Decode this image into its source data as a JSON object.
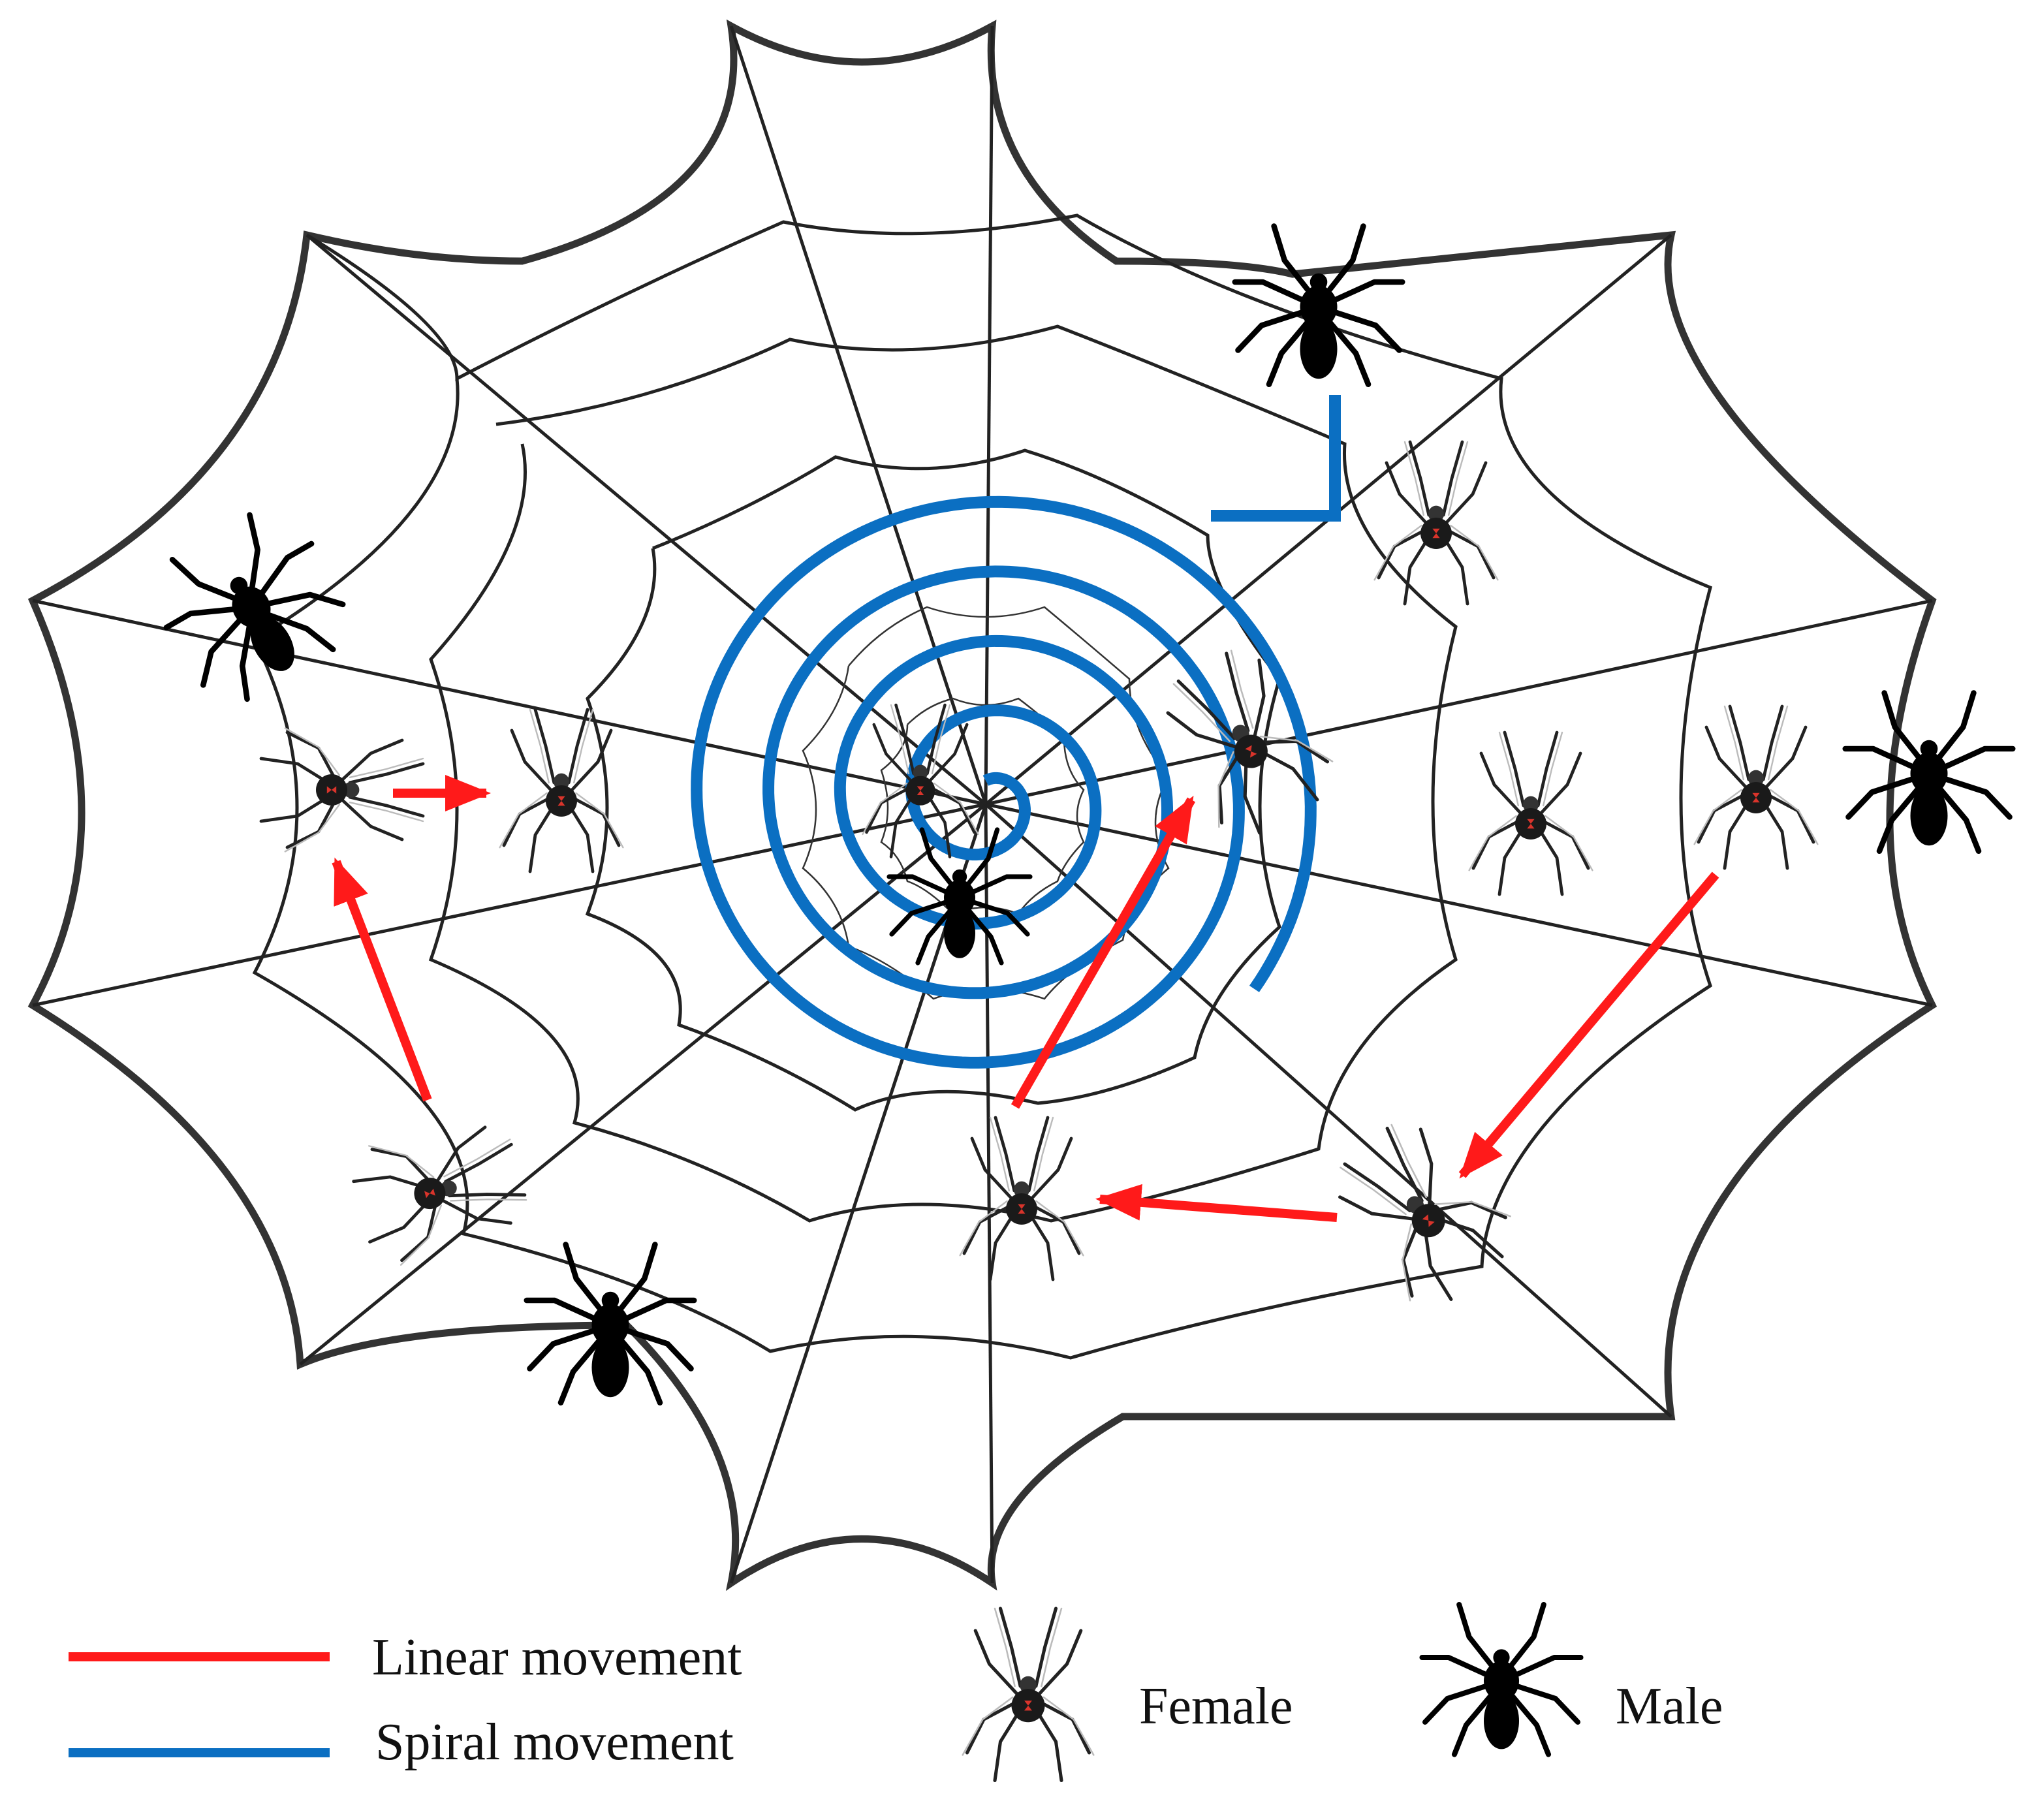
{
  "colors": {
    "web_line": "#333333",
    "spiral_movement": "#0b6fc2",
    "linear_movement": "#ff1a1a",
    "female_body": "#1a1a1a",
    "female_mark": "#d9342b",
    "male_body": "#000000"
  },
  "diagram": {
    "spiders": [
      {
        "kind": "male",
        "icon": "male-spider-icon"
      },
      {
        "kind": "female",
        "icon": "female-spider-icon"
      }
    ],
    "movements": [
      "linear",
      "spiral"
    ]
  },
  "legend": {
    "linear_label": "Linear movement",
    "spiral_label": "Spiral movement",
    "female_label": "Female",
    "male_label": "Male"
  }
}
